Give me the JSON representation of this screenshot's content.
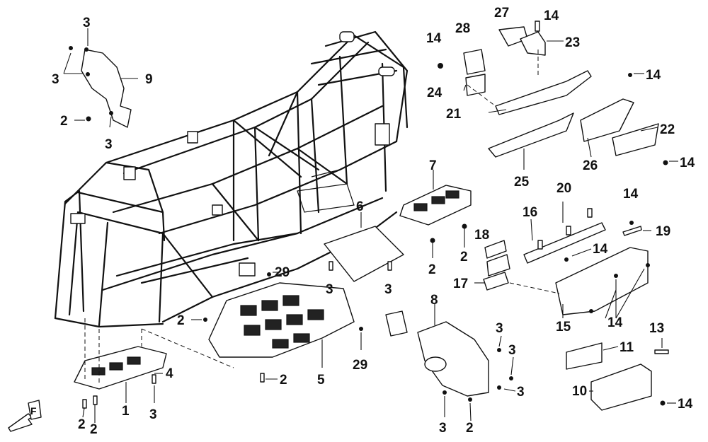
{
  "callouts": [
    {
      "id": "c-3a",
      "text": "3"
    },
    {
      "id": "c-3b",
      "text": "3"
    },
    {
      "id": "c-9",
      "text": "9"
    },
    {
      "id": "c-2a",
      "text": "2"
    },
    {
      "id": "c-3c",
      "text": "3"
    },
    {
      "id": "c-28",
      "text": "28"
    },
    {
      "id": "c-27",
      "text": "27"
    },
    {
      "id": "c-14a",
      "text": "14"
    },
    {
      "id": "c-14b",
      "text": "14"
    },
    {
      "id": "c-23",
      "text": "23"
    },
    {
      "id": "c-14c",
      "text": "14"
    },
    {
      "id": "c-24",
      "text": "24"
    },
    {
      "id": "c-21",
      "text": "21"
    },
    {
      "id": "c-22",
      "text": "22"
    },
    {
      "id": "c-26",
      "text": "26"
    },
    {
      "id": "c-25",
      "text": "25"
    },
    {
      "id": "c-14d",
      "text": "14"
    },
    {
      "id": "c-7",
      "text": "7"
    },
    {
      "id": "c-6",
      "text": "6"
    },
    {
      "id": "c-2b",
      "text": "2"
    },
    {
      "id": "c-3d",
      "text": "3"
    },
    {
      "id": "c-2c",
      "text": "2"
    },
    {
      "id": "c-3e",
      "text": "3"
    },
    {
      "id": "c-20",
      "text": "20"
    },
    {
      "id": "c-14e",
      "text": "14"
    },
    {
      "id": "c-16",
      "text": "16"
    },
    {
      "id": "c-19",
      "text": "19"
    },
    {
      "id": "c-18",
      "text": "18"
    },
    {
      "id": "c-14f",
      "text": "14"
    },
    {
      "id": "c-17",
      "text": "17"
    },
    {
      "id": "c-15",
      "text": "15"
    },
    {
      "id": "c-14g",
      "text": "14"
    },
    {
      "id": "c-29a",
      "text": "29"
    },
    {
      "id": "c-2d",
      "text": "2"
    },
    {
      "id": "c-29b",
      "text": "29"
    },
    {
      "id": "c-2e",
      "text": "2"
    },
    {
      "id": "c-5",
      "text": "5"
    },
    {
      "id": "c-8",
      "text": "8"
    },
    {
      "id": "c-3f",
      "text": "3"
    },
    {
      "id": "c-3g",
      "text": "3"
    },
    {
      "id": "c-3h",
      "text": "3"
    },
    {
      "id": "c-3i",
      "text": "3"
    },
    {
      "id": "c-2f",
      "text": "2"
    },
    {
      "id": "c-13",
      "text": "13"
    },
    {
      "id": "c-11",
      "text": "11"
    },
    {
      "id": "c-10",
      "text": "10"
    },
    {
      "id": "c-14h",
      "text": "14"
    },
    {
      "id": "c-4",
      "text": "4"
    },
    {
      "id": "c-1",
      "text": "1"
    },
    {
      "id": "c-3j",
      "text": "3"
    },
    {
      "id": "c-2g",
      "text": "2"
    },
    {
      "id": "c-2h",
      "text": "2"
    }
  ],
  "front_indicator": {
    "icon": "front-arrow-icon",
    "text": "F"
  },
  "colors": {
    "line": "#111111",
    "background": "#ffffff"
  }
}
